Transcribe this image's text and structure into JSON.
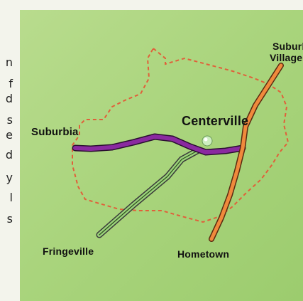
{
  "side_text": {
    "letters": [
      "n",
      "f",
      "d",
      "s",
      "e",
      "d",
      "y",
      "l",
      "s"
    ]
  },
  "map": {
    "towns": {
      "center": "Centerville",
      "west": "Suburbia",
      "southwest": "Fringeville",
      "south": "Hometown",
      "northeast_line1": "Suburb",
      "northeast_line2": "Village"
    },
    "colors": {
      "background": "#a9d47c",
      "boundary": "#e0603a",
      "purple_route": "#7a1f8a",
      "green_route": "#9bd47a",
      "orange_route": "#f08a3c",
      "center_marker": "#c8f0b0"
    }
  }
}
